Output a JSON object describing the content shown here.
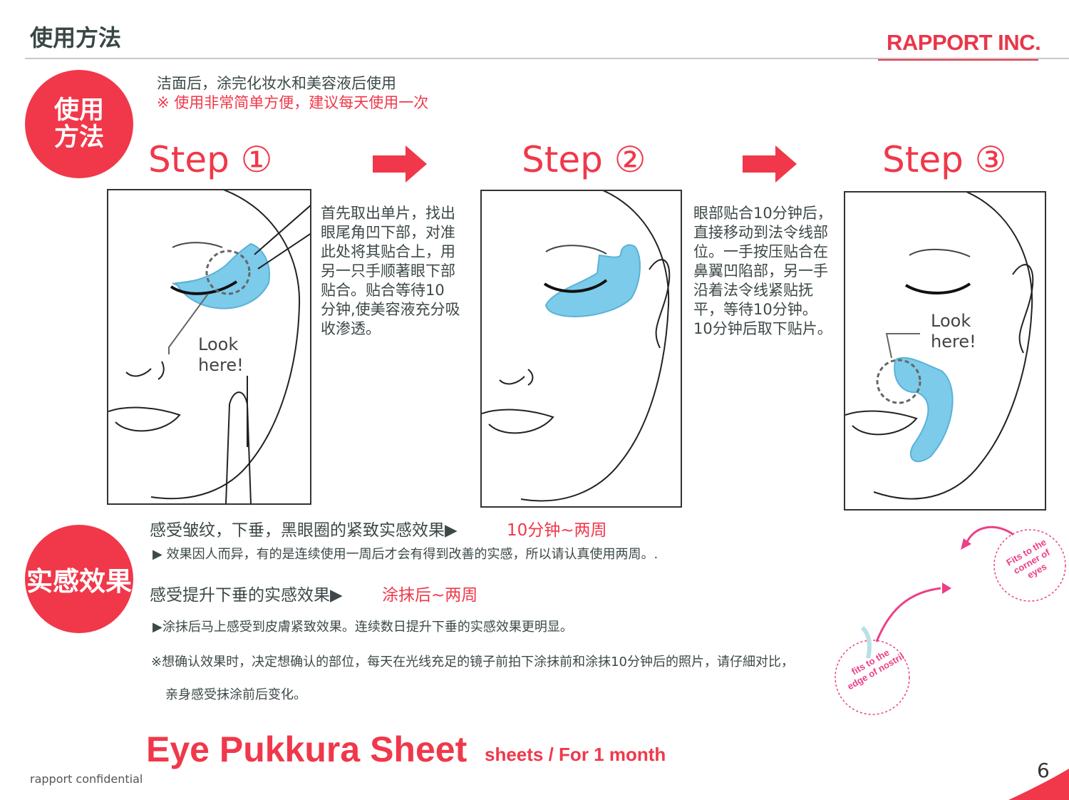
{
  "header": {
    "title": "使用方法",
    "brand": "RAPPORT INC."
  },
  "usage": {
    "badge_line1": "使用",
    "badge_line2": "方法",
    "intro": "洁面后，涂完化妆水和美容液后使用",
    "intro_note": "※ 使用非常简单方便，建议每天使用一次"
  },
  "steps": [
    {
      "label": "Step ①",
      "desc": "首先取出单片，找出眼尾角凹下部，对准此处将其贴合上，用另一只手顺著眼下部贴合。贴合等待10 分钟,使美容液充分吸收渗透。",
      "callout": "Look here!"
    },
    {
      "label": "Step ②",
      "desc": "眼部贴合10分钟后，直接移动到法令线部位。一手按压贴合在鼻翼凹陷部，另一手沿着法令线紧贴抚平，等待10分钟。10分钟后取下贴片。"
    },
    {
      "label": "Step ③",
      "callout": "Look here!"
    }
  ],
  "effects": {
    "badge": "实感效果",
    "line1": "感受皱纹，下垂，黑眼圈的紧致实感效果▶",
    "line1_time": "10分钟~两周",
    "line2": "▶ 效果因人而异，有的是连续使用一周后才会有得到改善的实感，所以请认真使用两周。.",
    "line3": "感受提升下垂的实感效果▶",
    "line3_time": "涂抹后~两周",
    "line4": "▶涂抹后马上感受到皮膚紧致效果。连续数日提升下垂的实感效果更明显。",
    "line5": "※想确认效果时，决定想确认的部位，每天在光线充足的镜子前拍下涂抹前和涂抹10分钟后的照片，请仔細对比，",
    "line6": "亲身感受抹涂前后变化。"
  },
  "annotations": {
    "eyes": "Fits to the corner of eyes",
    "nostril": "fits to the edge of nostril"
  },
  "footer": {
    "product": "Eye Pukkura Sheet",
    "sheets": "sheets / For 1 month",
    "confidential": "rapport confidential",
    "page": "6"
  },
  "colors": {
    "accent": "#f0384a",
    "patch": "#7ccbea",
    "annotation": "#ec3f87"
  }
}
